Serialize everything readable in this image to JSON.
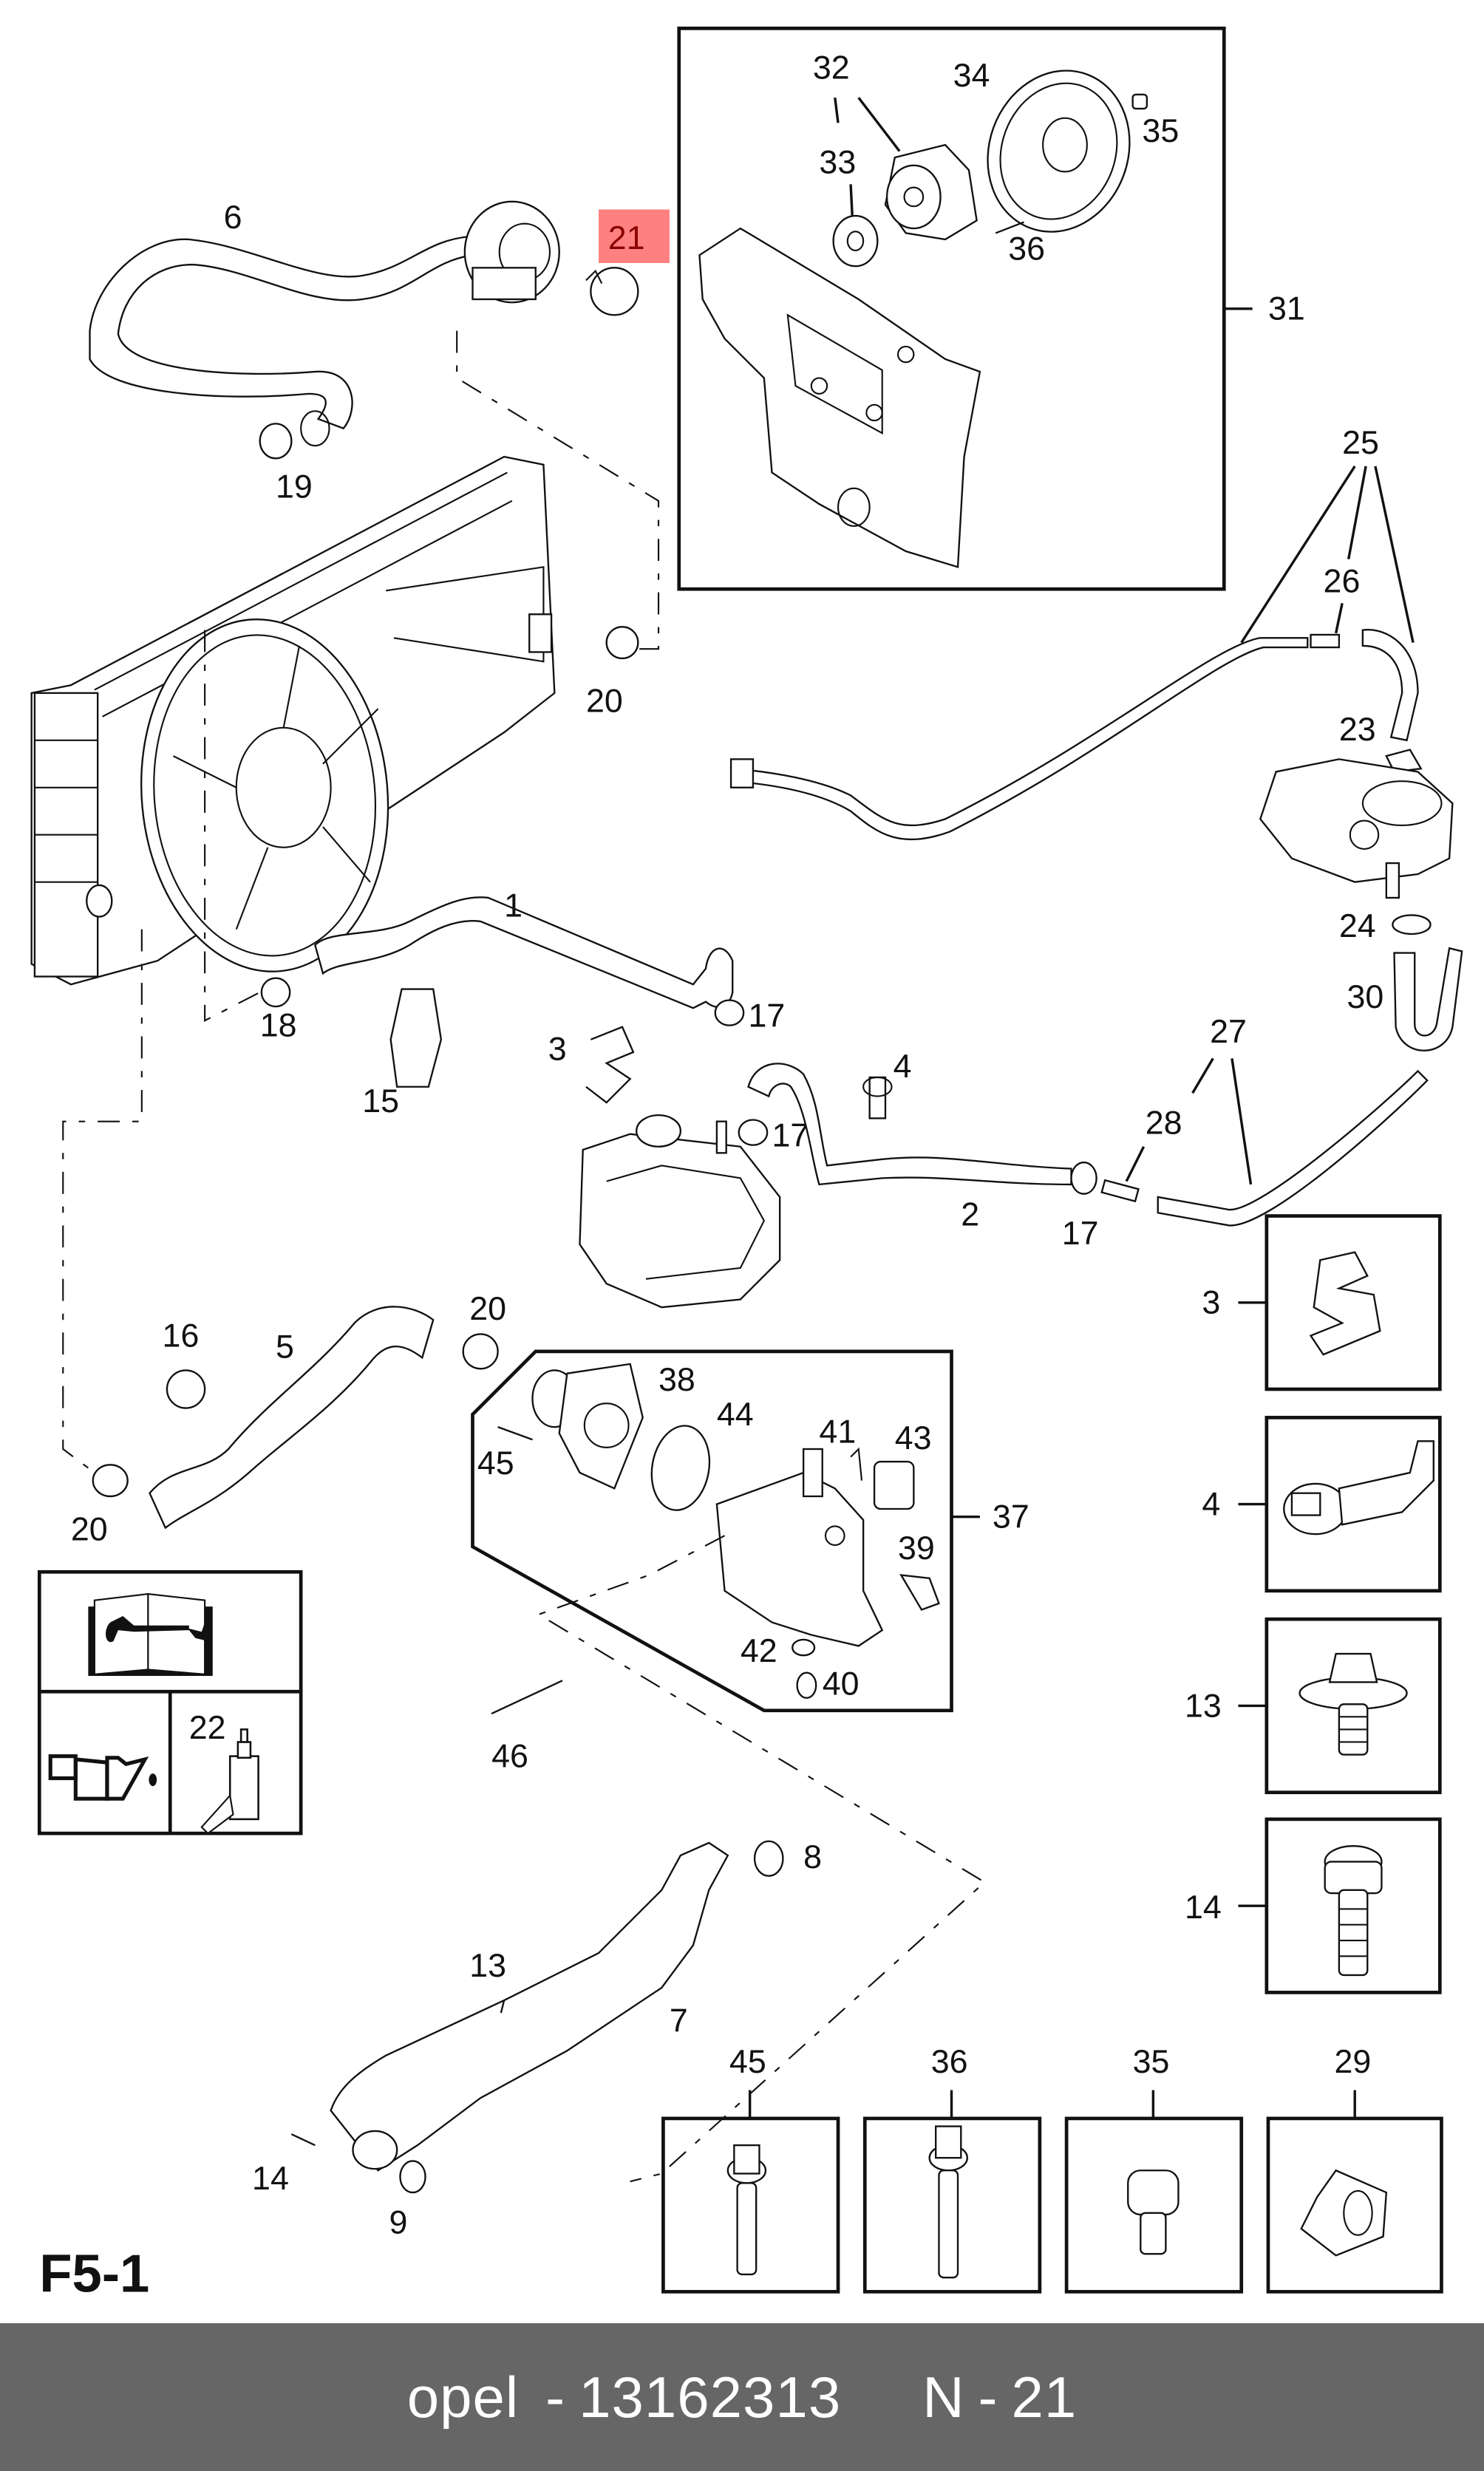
{
  "diagram": {
    "figure_id": "F5-1",
    "highlighted_callout": "21",
    "highlight_color": "#ff8080",
    "highlight_text_color": "#8b0000",
    "callouts": {
      "c1": "1",
      "c2": "2",
      "c3": "3",
      "c4": "4",
      "c5": "5",
      "c6": "6",
      "c7": "7",
      "c8": "8",
      "c9": "9",
      "c13": "13",
      "c14": "14",
      "c15": "15",
      "c16": "16",
      "c17a": "17",
      "c17b": "17",
      "c17c": "17",
      "c18": "18",
      "c19": "19",
      "c20a": "20",
      "c20b": "20",
      "c20c": "20",
      "c21": "21",
      "c22": "22",
      "c23": "23",
      "c24": "24",
      "c25": "25",
      "c26": "26",
      "c27": "27",
      "c28": "28",
      "c29": "29",
      "c30": "30",
      "c31": "31",
      "c32": "32",
      "c33": "33",
      "c34": "34",
      "c35": "35",
      "c36": "36",
      "c37": "37",
      "c38": "38",
      "c39": "39",
      "c40": "40",
      "c41": "41",
      "c42": "42",
      "c43": "43",
      "c44": "44",
      "c45": "45",
      "c46": "46"
    },
    "side_boxes": [
      {
        "label": "3",
        "part": "clip"
      },
      {
        "label": "4",
        "part": "hose-clip-with-connector"
      },
      {
        "label": "13",
        "part": "flange-bolt-with-washer"
      },
      {
        "label": "14",
        "part": "torx-socket-screw"
      }
    ],
    "bottom_boxes": [
      {
        "label": "45",
        "part": "torx-flange-bolt"
      },
      {
        "label": "36",
        "part": "torx-flange-bolt-long"
      },
      {
        "label": "35",
        "part": "torx-socket-screw-short"
      },
      {
        "label": "29",
        "part": "spring-clip"
      }
    ],
    "legend_box": {
      "icons": [
        "service-manual-icon",
        "oil-can-icon",
        "sealant-bottle-icon"
      ],
      "sealant_label": "22"
    }
  },
  "footer": {
    "brand": "opel",
    "separator": "-",
    "part_number": "13162313",
    "callout_prefix": "N",
    "callout_number": "21"
  }
}
